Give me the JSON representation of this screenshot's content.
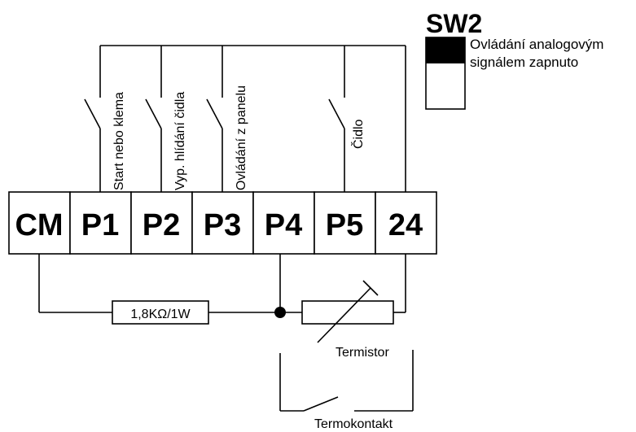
{
  "sw2": {
    "title": "SW2",
    "label_line1": "Ovládání analogovým",
    "label_line2": "signálem zapnuto"
  },
  "terminals": [
    {
      "label": "CM"
    },
    {
      "label": "P1"
    },
    {
      "label": "P2"
    },
    {
      "label": "P3"
    },
    {
      "label": "P4"
    },
    {
      "label": "P5"
    },
    {
      "label": "24"
    }
  ],
  "switches": {
    "p1": "Start nebo klema",
    "p2": "Vyp. hlídání čidla",
    "p3": "Ovládání z panelu",
    "p5": "Čidlo"
  },
  "resistor": {
    "value": "1,8KΩ/1W"
  },
  "thermistor": {
    "label": "Termistor"
  },
  "thermocontact": {
    "label": "Termokontakt"
  },
  "colors": {
    "line": "#000000",
    "sw2_top": "#000000",
    "background": "#ffffff"
  }
}
